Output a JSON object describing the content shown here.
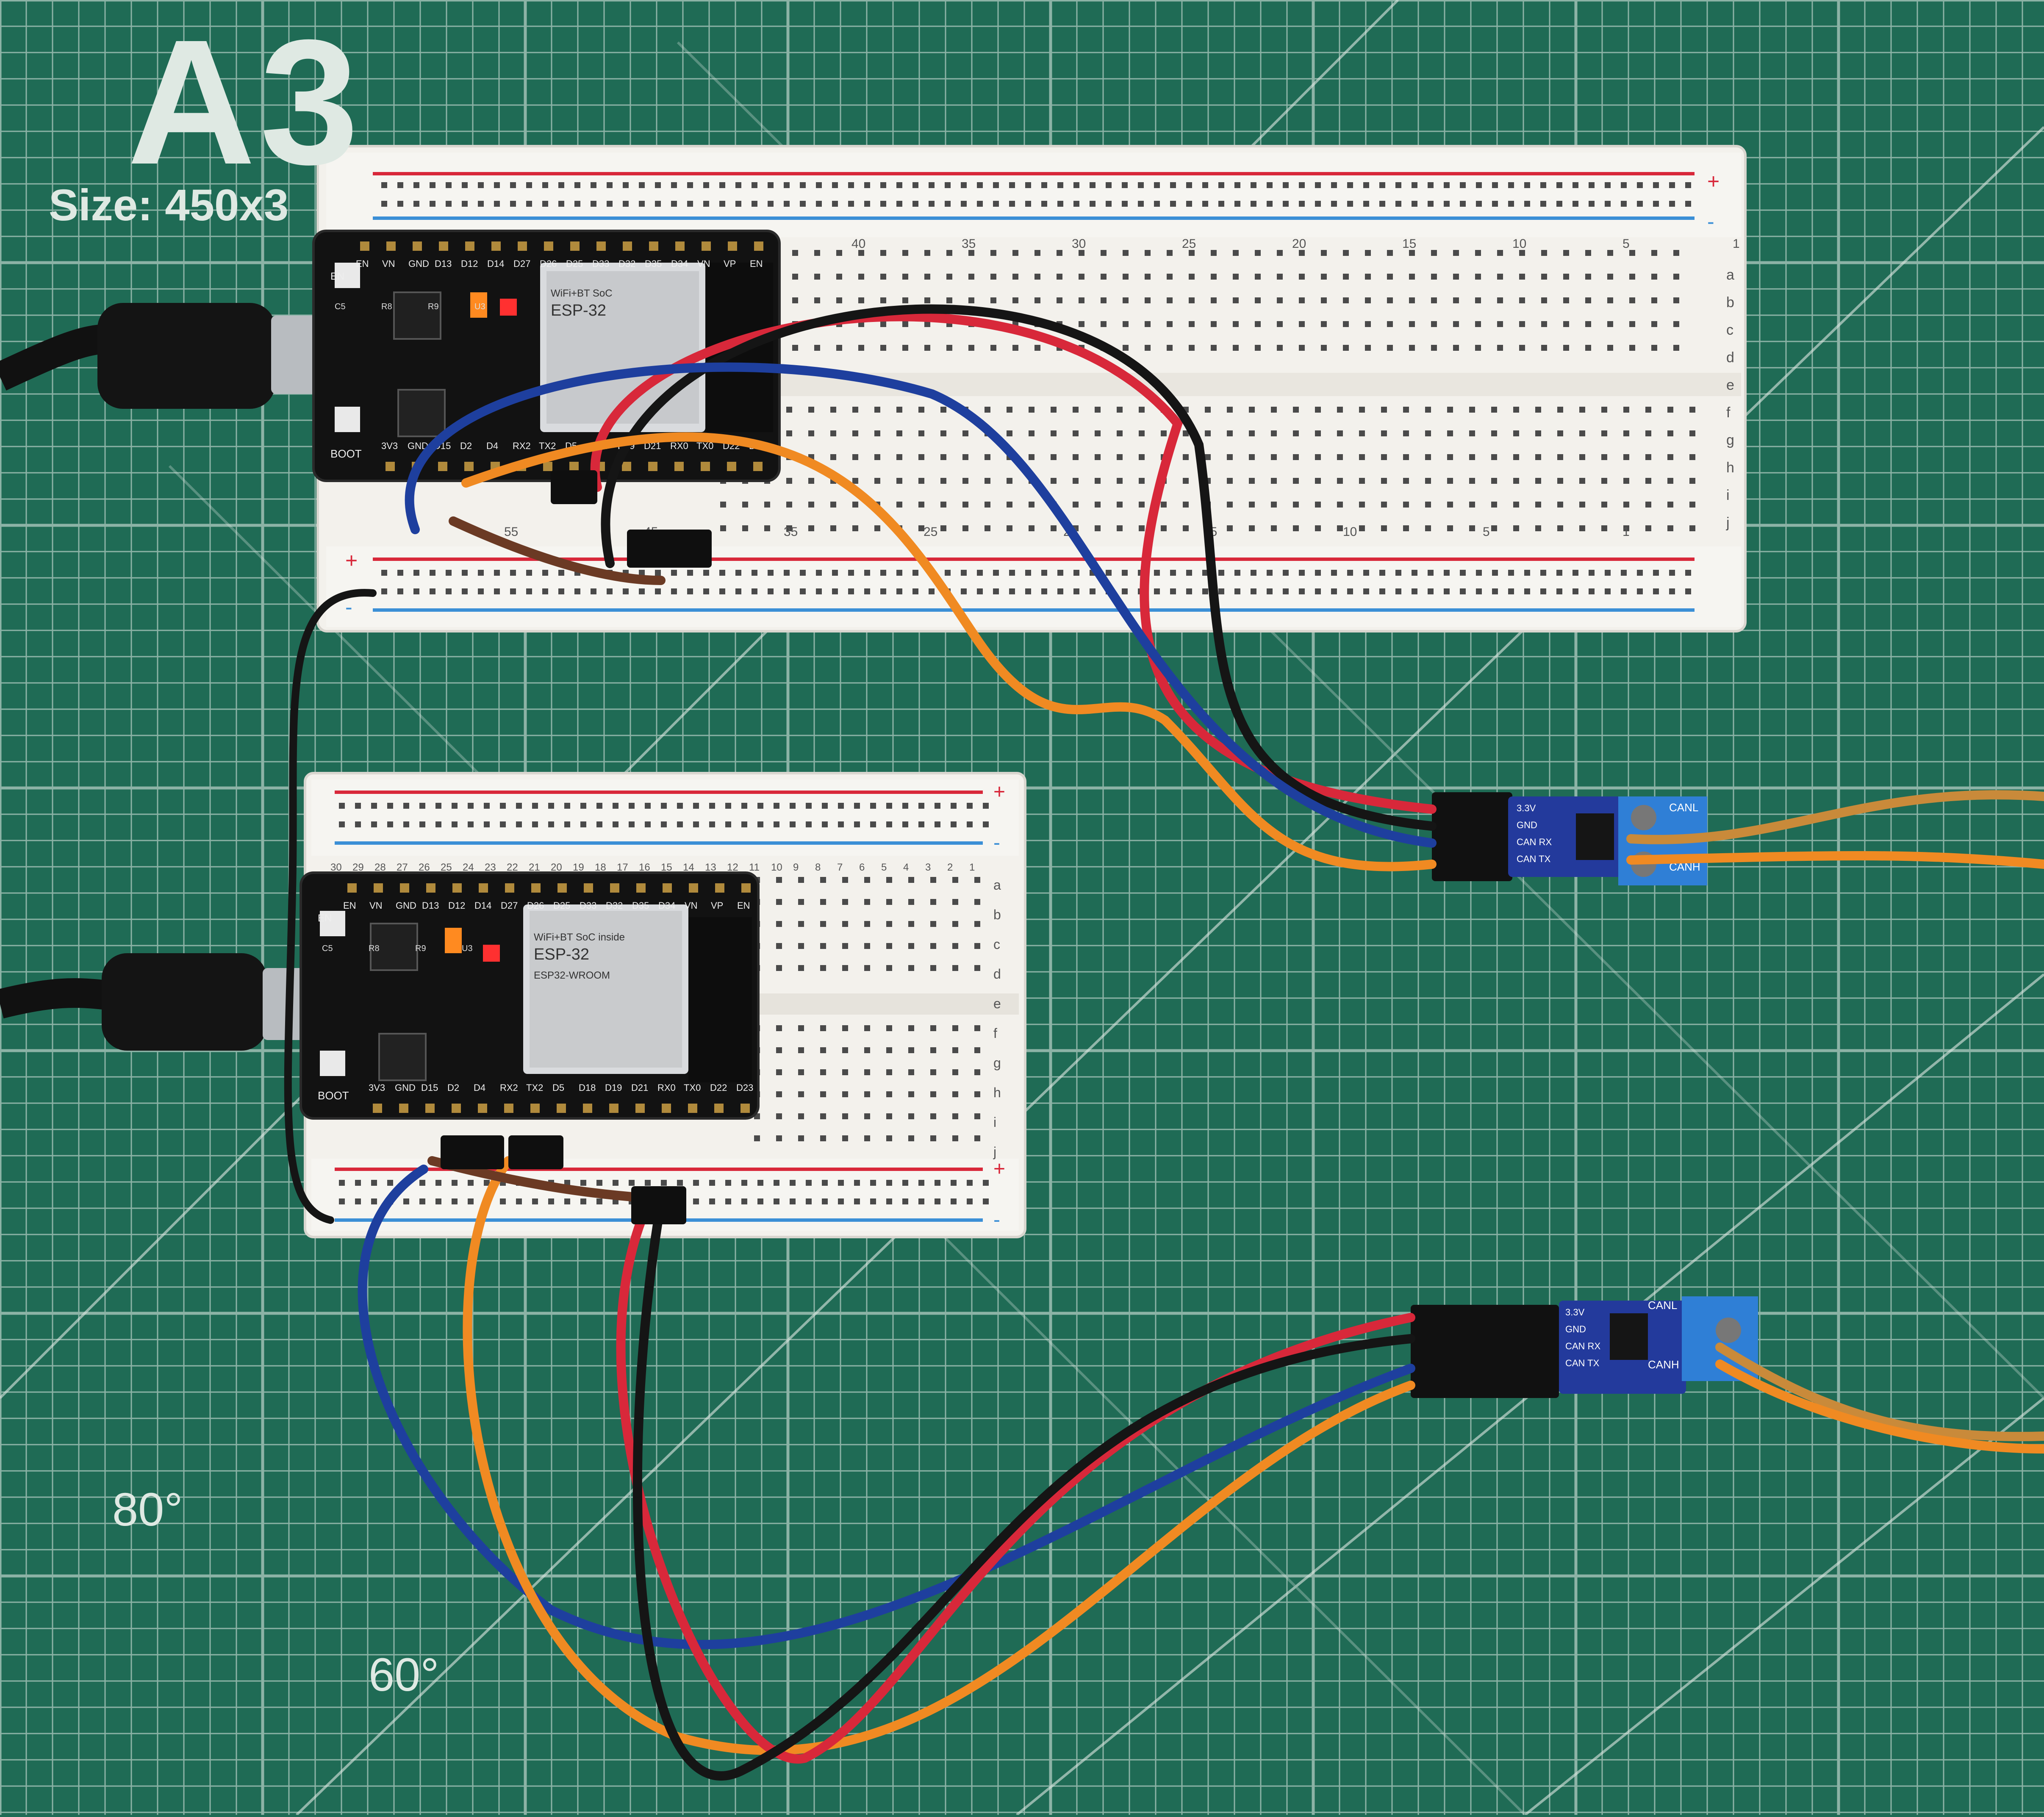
{
  "cutting_mat": {
    "title": "A3",
    "size_text": "Size: 450x3",
    "angle_labels": [
      "80°",
      "60°"
    ],
    "colors": {
      "mat": "#1f6b55",
      "grid_line": "#e6efe9"
    }
  },
  "breadboards": [
    {
      "id": "large",
      "row_letters": [
        "a",
        "b",
        "c",
        "d",
        "e",
        "f",
        "g",
        "h",
        "i",
        "j"
      ],
      "column_numbers_top": [
        "40",
        "35",
        "30",
        "25",
        "20",
        "15",
        "10",
        "5",
        "1"
      ],
      "column_numbers_bottom": [
        "55",
        "45",
        "35",
        "25",
        "20",
        "15",
        "10",
        "5",
        "1"
      ],
      "rail_signs": [
        "+",
        "-"
      ]
    },
    {
      "id": "small",
      "row_letters": [
        "a",
        "b",
        "c",
        "d",
        "e",
        "f",
        "g",
        "h",
        "i",
        "j"
      ],
      "column_numbers": [
        "30",
        "29",
        "28",
        "27",
        "26",
        "25",
        "24",
        "23",
        "22",
        "21",
        "20",
        "19",
        "18",
        "17",
        "16",
        "15",
        "14",
        "13",
        "12",
        "11",
        "10",
        "9",
        "8",
        "7",
        "6",
        "5",
        "4",
        "3",
        "2",
        "1"
      ],
      "rail_signs": [
        "+",
        "-"
      ]
    }
  ],
  "esp32_boards": [
    {
      "id": "top",
      "top_pins": [
        "EN",
        "VN",
        "GND",
        "D13",
        "D12",
        "D14",
        "D27",
        "D26",
        "D25",
        "D33",
        "D32",
        "D35",
        "D34",
        "VN",
        "VP",
        "EN"
      ],
      "bottom_pins": [
        "3V3",
        "GND",
        "D15",
        "D2",
        "D4",
        "RX2",
        "TX2",
        "D5",
        "D18",
        "D19",
        "D21",
        "RX0",
        "TX0",
        "D22",
        "D23"
      ],
      "module_text": [
        "WiFi+BT SoC",
        "ESP-32"
      ],
      "button_labels": [
        "EN",
        "BOOT"
      ],
      "silkscreen": [
        "C5",
        "R8",
        "R9",
        "U3"
      ]
    },
    {
      "id": "bottom",
      "top_pins": [
        "EN",
        "VN",
        "GND",
        "D13",
        "D12",
        "D14",
        "D27",
        "D26",
        "D25",
        "D33",
        "D32",
        "D35",
        "D34",
        "VN",
        "VP",
        "EN"
      ],
      "bottom_pins": [
        "3V3",
        "GND",
        "D15",
        "D2",
        "D4",
        "RX2",
        "TX2",
        "D5",
        "D18",
        "D19",
        "D21",
        "RX0",
        "TX0",
        "D22",
        "D23"
      ],
      "module_text": [
        "WiFi+BT SoC inside",
        "ESP-32",
        "ESP32-WROOM"
      ],
      "button_labels": [
        "EN",
        "BOOT"
      ],
      "silkscreen": [
        "C5",
        "R8",
        "R9",
        "U3"
      ]
    }
  ],
  "can_modules": [
    {
      "id": "top",
      "pins": [
        "3.3V",
        "GND",
        "CAN RX",
        "CAN TX"
      ],
      "labels": [
        "CANL",
        "CANH"
      ]
    },
    {
      "id": "bottom",
      "pins": [
        "3.3V",
        "GND",
        "CAN RX",
        "CAN TX"
      ],
      "labels": [
        "CANL",
        "CANH"
      ]
    }
  ],
  "wire_colors": {
    "red": "#d8283a",
    "black": "#151515",
    "blue": "#1e3f9e",
    "orange": "#f08a22",
    "brown": "#6b3a24",
    "can_bus": "#c98a3a"
  }
}
